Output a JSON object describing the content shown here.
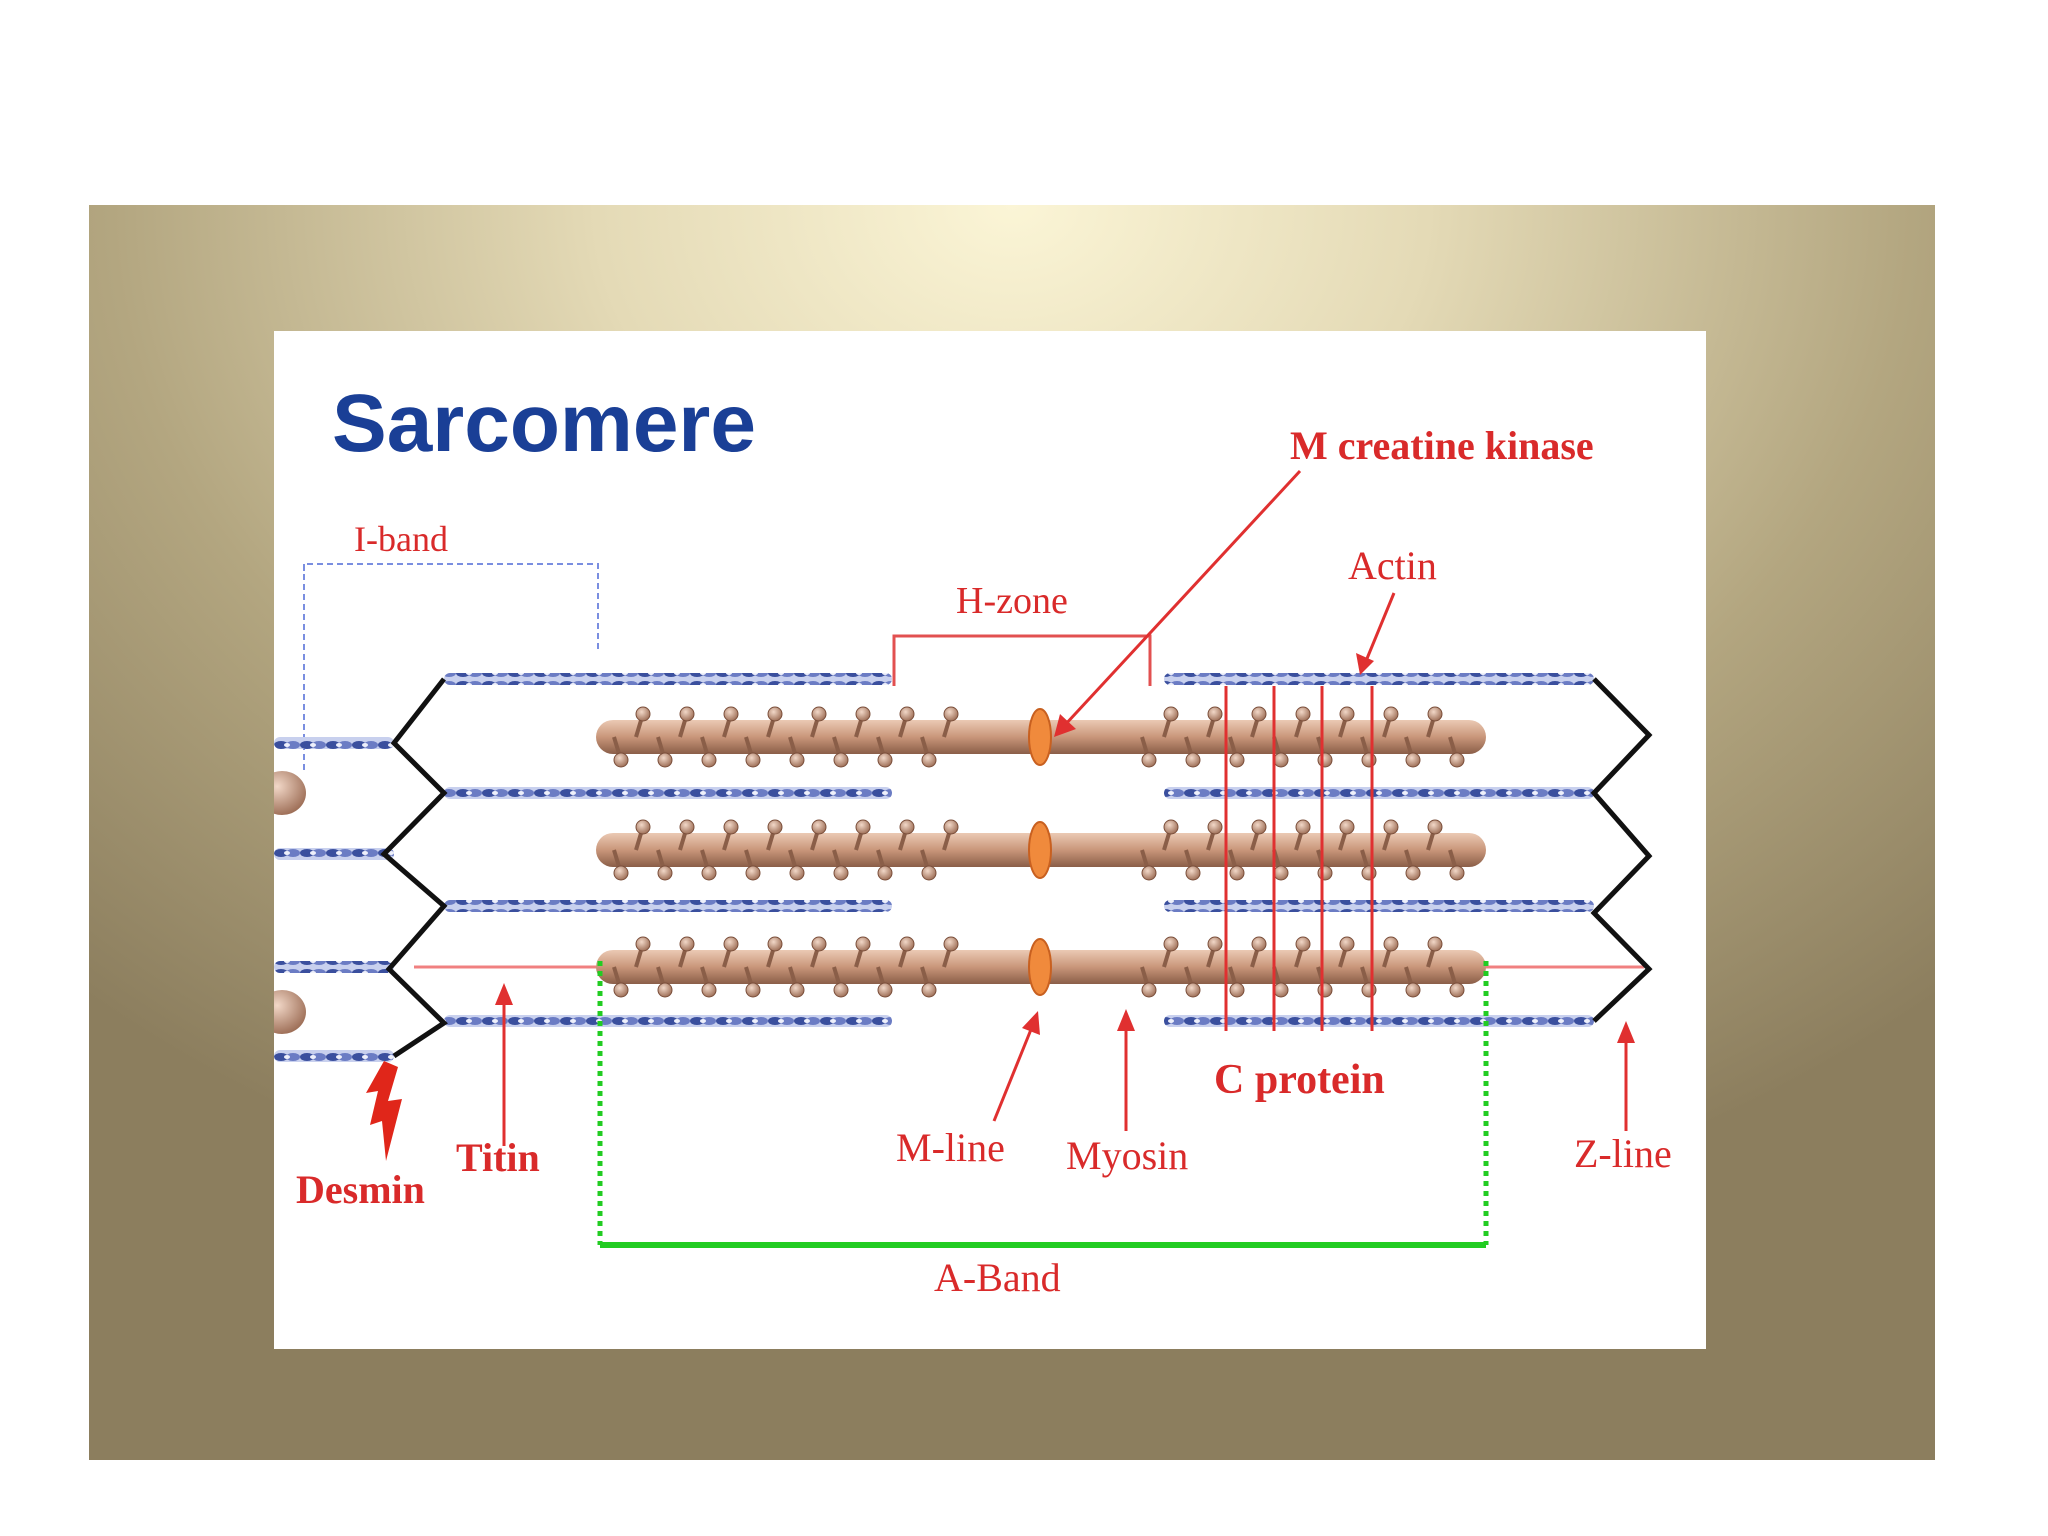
{
  "diagram": {
    "title": "Sarcomere",
    "labels": {
      "m_creatine_kinase": "M creatine kinase",
      "i_band": "I-band",
      "h_zone": "H-zone",
      "actin": "Actin",
      "c_protein": "C protein",
      "m_line": "M-line",
      "myosin": "Myosin",
      "z_line": "Z-line",
      "titin": "Titin",
      "desmin": "Desmin",
      "a_band": "A-Band"
    },
    "colors": {
      "title": "#1a3f96",
      "labels": "#d92a2a",
      "a_band_bracket": "#22cc22",
      "i_band_bracket": "#7a8ee0",
      "actin": "#3a4f9e",
      "myosin": "#c9967a",
      "m_line": "#f08a3c",
      "z_line": "#111111"
    }
  }
}
